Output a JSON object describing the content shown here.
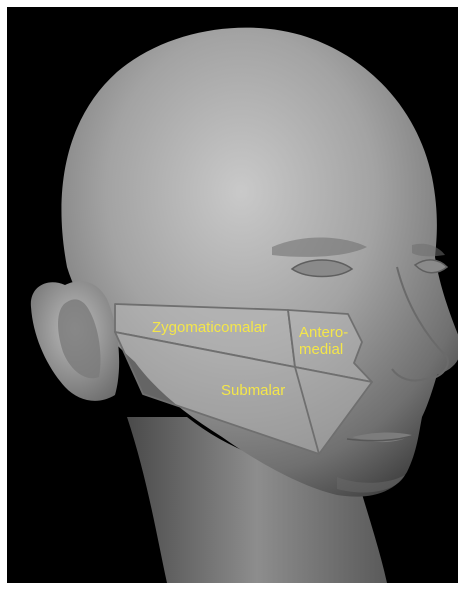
{
  "labels": {
    "zygomaticomalar": "Zygomaticomalar",
    "anteromedial_line1": "Antero-",
    "anteromedial_line2": "medial",
    "submalar": "Submalar"
  },
  "colors": {
    "background": "#000000",
    "skin": "#9a9a9a",
    "region_fill": "#b8b8b8",
    "region_outline": "#6f6f6f",
    "label_text": "#f4e64a"
  },
  "regions": [
    "zygomaticomalar",
    "anteromedial",
    "submalar"
  ]
}
